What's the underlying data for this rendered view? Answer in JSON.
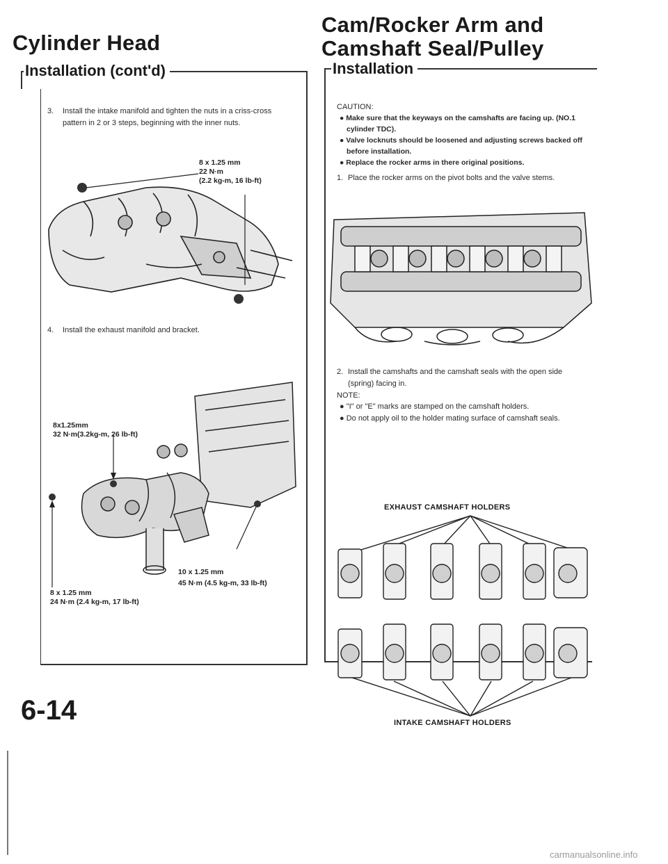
{
  "left": {
    "title": "Cylinder Head",
    "section": "Installation (cont'd)",
    "step3_num": "3.",
    "step3_text": "Install the intake manifold and tighten the nuts in a criss-cross pattern in 2 or 3 steps, beginning with the inner nuts.",
    "fig1_spec": [
      "8 x 1.25 mm",
      "22 N·m",
      "(2.2 kg-m, 16 lb-ft)"
    ],
    "step4_num": "4.",
    "step4_text": "Install the exhaust manifold and bracket.",
    "fig2_spec_a": [
      "8x1.25mm",
      "32 N·m(3.2kg-m, 26 lb-ft)"
    ],
    "fig2_spec_b": [
      "10 x 1.25 mm",
      "45 N·m (4.5 kg-m, 33 lb-ft)"
    ],
    "fig2_spec_c": [
      "8 x 1.25 mm",
      "24 N·m (2.4 kg-m, 17 lb-ft)"
    ]
  },
  "right": {
    "title_line1": "Cam/Rocker Arm and",
    "title_line2": "Camshaft Seal/Pulley",
    "section": "Installation",
    "caution_label": "CAUTION:",
    "cautions": [
      "Make sure that the keyways on the camshafts are facing up. (NO.1 cylinder TDC).",
      "Valve locknuts should be loosened and adjusting screws backed off before installation.",
      "Replace the rocker arms in there original positions."
    ],
    "step1_num": "1.",
    "step1_text": "Place the rocker arms on the pivot bolts and the valve stems.",
    "step2_num": "2.",
    "step2_text": "Install the camshafts and the camshaft seals with the open side (spring) facing in.",
    "note_label": "NOTE:",
    "notes": [
      "\"I\" or \"E\" marks are stamped on the camshaft holders.",
      "Do not apply oil to the holder mating surface of camshaft seals."
    ],
    "exhaust_label": "EXHAUST CAMSHAFT HOLDERS",
    "intake_label": "INTAKE CAMSHAFT HOLDERS"
  },
  "page_number": "6-14",
  "watermark": "carmanualsonline.info"
}
